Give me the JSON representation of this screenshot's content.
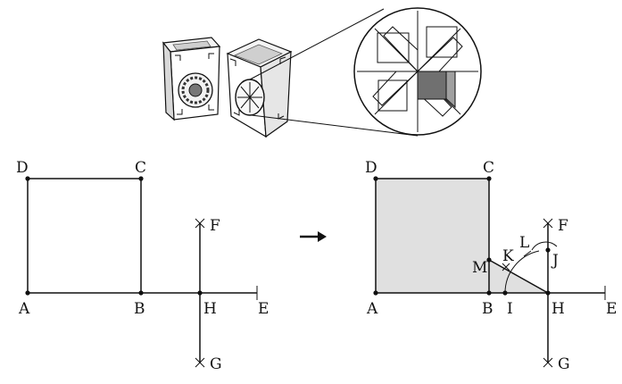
{
  "left_figure": {
    "labels": {
      "D": "D",
      "C": "C",
      "A": "A",
      "B": "B",
      "H": "H",
      "E": "E",
      "F": "F",
      "G": "G"
    }
  },
  "right_figure": {
    "labels": {
      "D": "D",
      "C": "C",
      "A": "A",
      "B": "B",
      "I": "I",
      "H": "H",
      "E": "E",
      "F": "F",
      "G": "G",
      "M": "M",
      "K": "K",
      "L": "L",
      "J": "J"
    },
    "shaded_color": "#e0e0e0"
  },
  "arrow_icon": "right-arrow-icon",
  "illustration": {
    "description_icons": [
      "pen-holder-icon",
      "pinwheel-pattern-icon"
    ],
    "pattern_dark_color": "#707070",
    "pattern_mid_color": "#a0a0a0"
  }
}
